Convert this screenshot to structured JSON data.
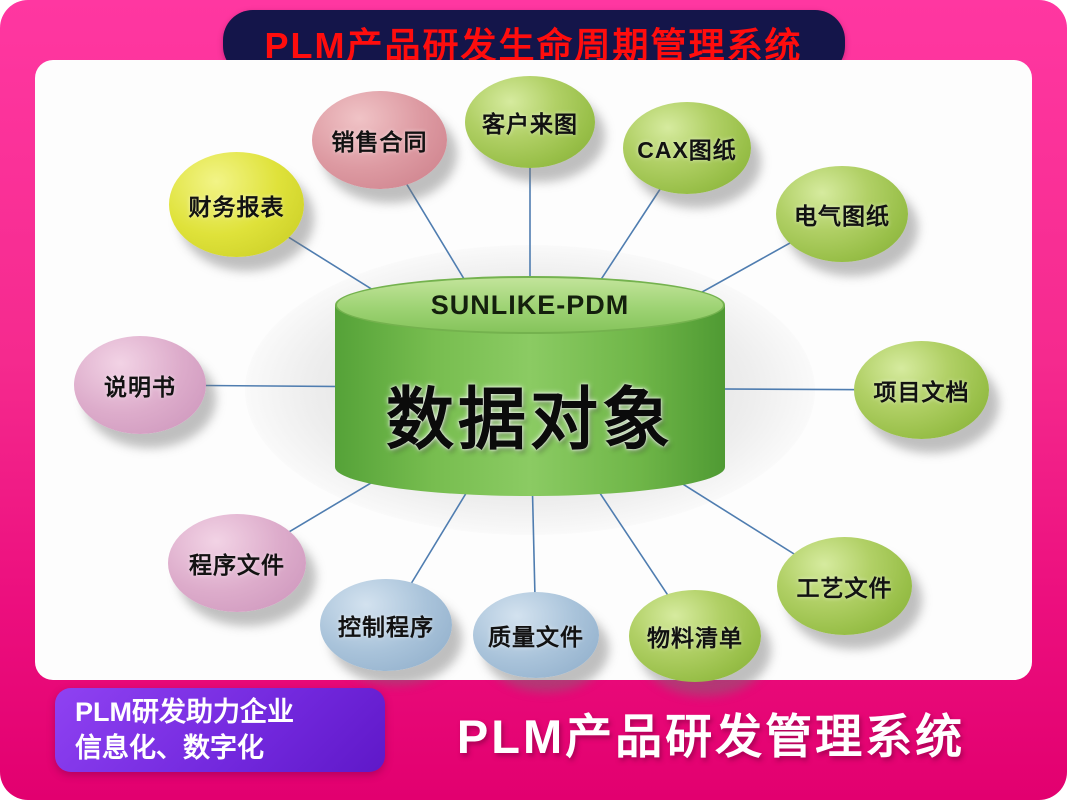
{
  "header": {
    "title": "PLM产品研发生命周期管理系统"
  },
  "diagram": {
    "center": {
      "top_label": "SUNLIKE-PDM",
      "main_label": "数据对象"
    },
    "nodes": [
      {
        "label": "财务报表",
        "color": "yellow"
      },
      {
        "label": "销售合同",
        "color": "rose"
      },
      {
        "label": "客户来图",
        "color": "green"
      },
      {
        "label": "CAX图纸",
        "color": "green"
      },
      {
        "label": "电气图纸",
        "color": "green"
      },
      {
        "label": "项目文档",
        "color": "green"
      },
      {
        "label": "工艺文件",
        "color": "green"
      },
      {
        "label": "物料清单",
        "color": "green"
      },
      {
        "label": "质量文件",
        "color": "blue"
      },
      {
        "label": "控制程序",
        "color": "blue"
      },
      {
        "label": "程序文件",
        "color": "pink"
      },
      {
        "label": "说明书",
        "color": "pink"
      }
    ]
  },
  "footer": {
    "badge_line1": "PLM研发助力企业",
    "badge_line2": "信息化、数字化",
    "title": "PLM产品研发管理系统"
  },
  "colors": {
    "background_pink": "#f52a8e",
    "banner_navy": "#14154a",
    "banner_text_red": "#ff0d0d",
    "cylinder_green": "#77bd4f",
    "bubble_green": "#98bf48",
    "bubble_yellow": "#dfe23a",
    "bubble_rose": "#dd9aa2",
    "bubble_blue": "#a9c3da",
    "bubble_pink": "#ddaccb",
    "badge_purple": "#7228dd",
    "connector_blue": "#4f7db0"
  }
}
